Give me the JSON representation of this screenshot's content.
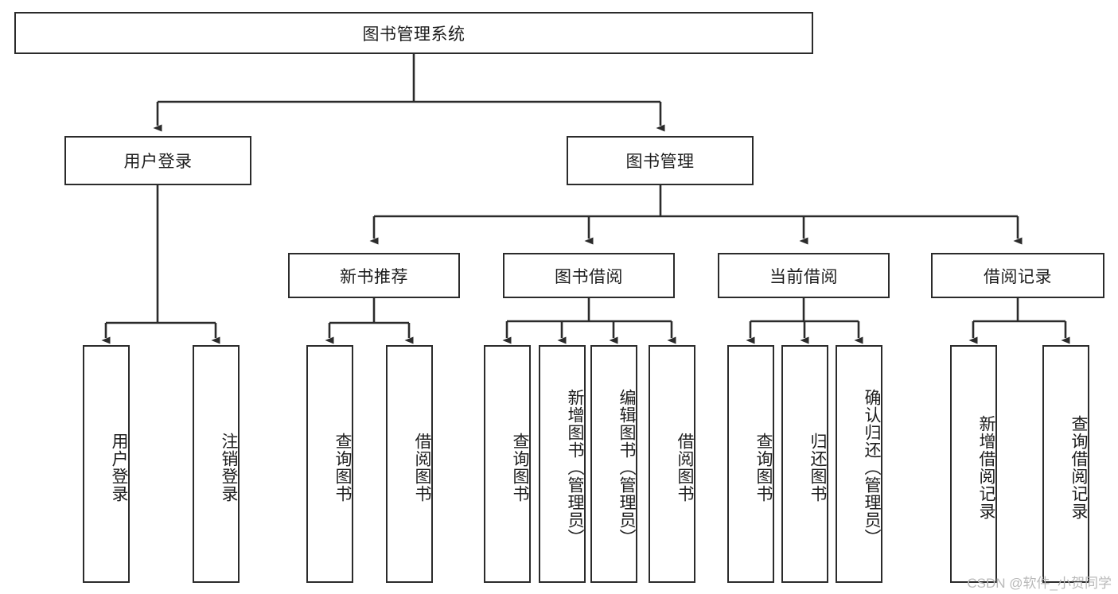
{
  "diagram": {
    "title": "图书管理系统",
    "watermark": "CSDN @软件_小贺同学",
    "stroke_color": "#2b2b2b",
    "background_color": "#ffffff",
    "text_color": "#1d1d1d",
    "watermark_color": "#b9b9b9",
    "root": {
      "label": "图书管理系统"
    },
    "level2": [
      {
        "label": "用户登录"
      },
      {
        "label": "图书管理"
      }
    ],
    "level3": [
      {
        "label": "新书推荐"
      },
      {
        "label": "图书借阅"
      },
      {
        "label": "当前借阅"
      },
      {
        "label": "借阅记录"
      }
    ],
    "leaves": [
      {
        "label": "用户登录",
        "parent": "用户登录"
      },
      {
        "label": "注销登录",
        "parent": "用户登录"
      },
      {
        "label": "查询图书",
        "parent": "新书推荐"
      },
      {
        "label": "借阅图书",
        "parent": "新书推荐"
      },
      {
        "label": "查询图书",
        "parent": "图书借阅"
      },
      {
        "label": "新增图书（管理员）",
        "parent": "图书借阅"
      },
      {
        "label": "编辑图书（管理员）",
        "parent": "图书借阅"
      },
      {
        "label": "借阅图书",
        "parent": "图书借阅"
      },
      {
        "label": "查询图书",
        "parent": "当前借阅"
      },
      {
        "label": "归还图书",
        "parent": "当前借阅"
      },
      {
        "label": "确认归还（管理员）",
        "parent": "当前借阅"
      },
      {
        "label": "新增借阅记录",
        "parent": "借阅记录"
      },
      {
        "label": "查询借阅记录",
        "parent": "借阅记录"
      }
    ]
  }
}
